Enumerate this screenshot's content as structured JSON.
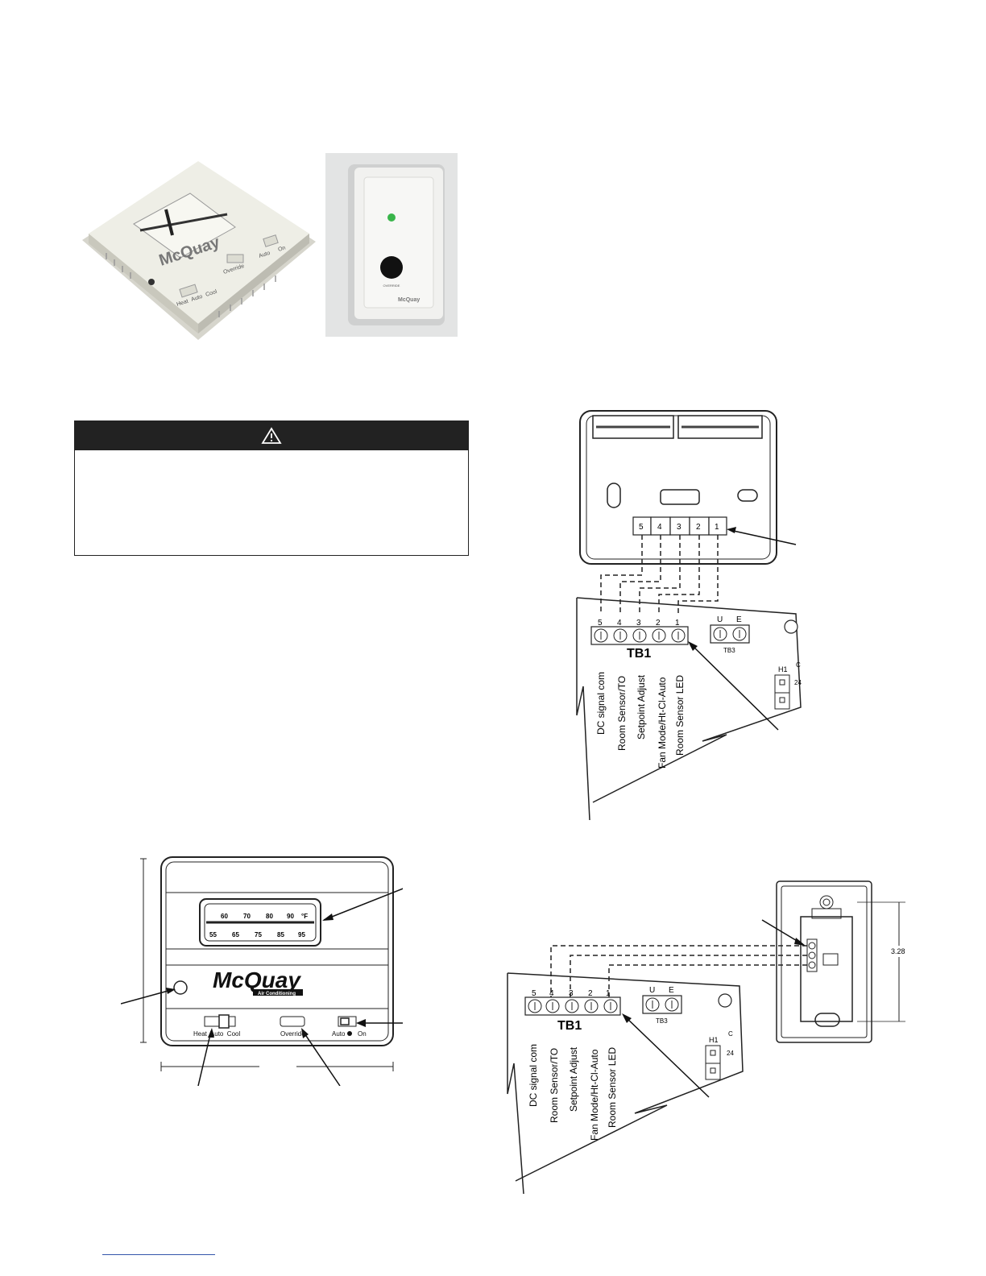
{
  "photos": {
    "thermostat_brand": "McQuay",
    "thermostat_switch_labels": [
      "Heat",
      "Auto",
      "Cool",
      "Override",
      "Auto",
      "On"
    ],
    "sensor_labels": [
      "OVERRIDE"
    ]
  },
  "warning": {
    "icon": "warning-triangle-icon"
  },
  "front_view": {
    "scale_top": [
      "60",
      "70",
      "80",
      "90",
      "°F"
    ],
    "scale_bottom": [
      "55",
      "65",
      "75",
      "85",
      "95"
    ],
    "brand": "McQuay",
    "brand_sub": "Air Conditioning",
    "switch_left": "Heat  Auto  Cool",
    "switch_mid": "Override",
    "switch_right_a": "Auto",
    "switch_right_b": "On"
  },
  "wiring_top": {
    "thermostat_terminals": [
      "5",
      "4",
      "3",
      "2",
      "1"
    ],
    "board_terminal_numbers": [
      "5",
      "4",
      "3",
      "2",
      "1"
    ],
    "tb1_label": "TB1",
    "tb3_letters": [
      "U",
      "E"
    ],
    "tb3_label": "TB3",
    "h1_label": "H1",
    "h1_pins": [
      "C",
      "24"
    ],
    "terminal_functions": [
      "DC signal com",
      "Room Sensor/TO",
      "Setpoint Adjust",
      "Fan Mode/Ht-Cl-Auto",
      "Room Sensor LED"
    ]
  },
  "wiring_bottom": {
    "dimension": "3.28",
    "board_terminal_numbers": [
      "5",
      "4",
      "3",
      "2",
      "1"
    ],
    "tb1_label": "TB1",
    "tb3_letters": [
      "U",
      "E"
    ],
    "tb3_label": "TB3",
    "h1_label": "H1",
    "h1_pins": [
      "C",
      "24"
    ],
    "terminal_functions": [
      "DC signal com",
      "Room Sensor/TO",
      "Setpoint Adjust",
      "Fan Mode/Ht-Cl-Auto",
      "Room Sensor LED"
    ]
  }
}
